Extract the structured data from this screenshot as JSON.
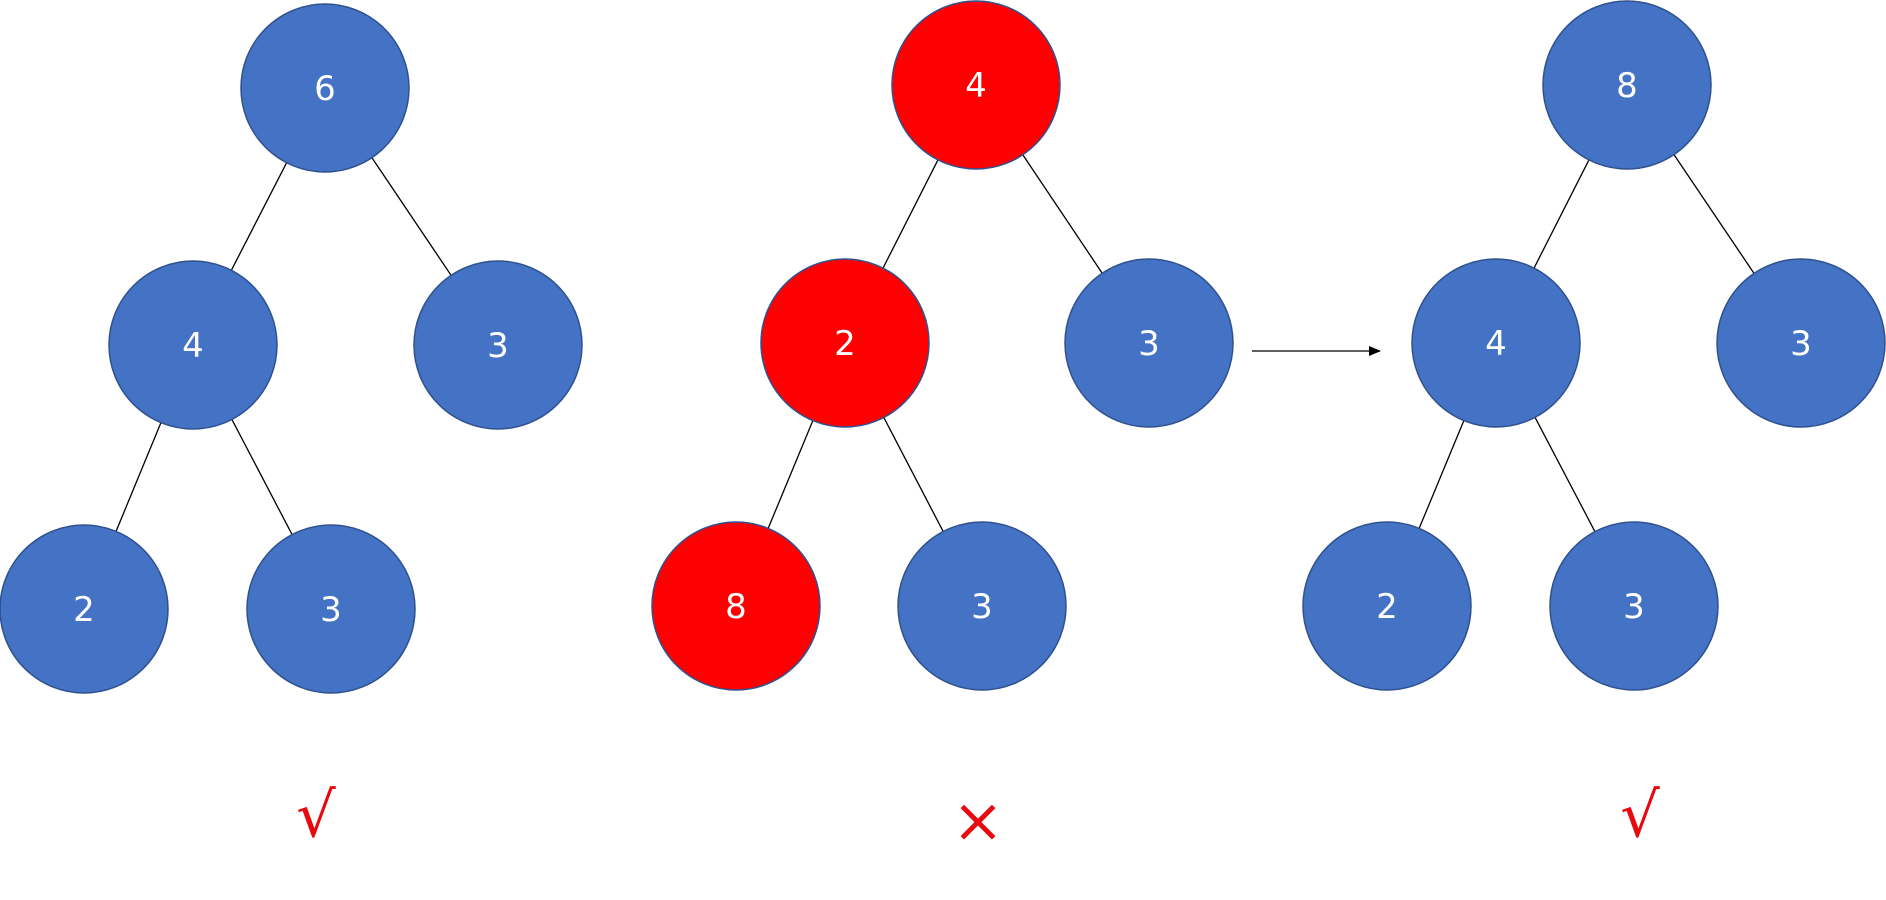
{
  "colors": {
    "ok_node": "#4472C4",
    "bad_node": "#FF0000",
    "bad_node_border": "#C55A11",
    "mark": "#E8080E"
  },
  "trees": [
    {
      "nodes": [
        {
          "id": "a",
          "label": "6",
          "status": "ok"
        },
        {
          "id": "b",
          "label": "4",
          "status": "ok"
        },
        {
          "id": "c",
          "label": "3",
          "status": "ok"
        },
        {
          "id": "d",
          "label": "2",
          "status": "ok"
        },
        {
          "id": "e",
          "label": "3",
          "status": "ok"
        }
      ],
      "edges": [
        [
          "a",
          "b"
        ],
        [
          "a",
          "c"
        ],
        [
          "b",
          "d"
        ],
        [
          "b",
          "e"
        ]
      ],
      "verdict": "√"
    },
    {
      "nodes": [
        {
          "id": "a",
          "label": "4",
          "status": "bad"
        },
        {
          "id": "b",
          "label": "2",
          "status": "bad"
        },
        {
          "id": "c",
          "label": "3",
          "status": "ok"
        },
        {
          "id": "d",
          "label": "8",
          "status": "bad"
        },
        {
          "id": "e",
          "label": "3",
          "status": "ok"
        }
      ],
      "edges": [
        [
          "a",
          "b"
        ],
        [
          "a",
          "c"
        ],
        [
          "b",
          "d"
        ],
        [
          "b",
          "e"
        ]
      ],
      "verdict": "×"
    },
    {
      "nodes": [
        {
          "id": "a",
          "label": "8",
          "status": "ok"
        },
        {
          "id": "b",
          "label": "4",
          "status": "ok"
        },
        {
          "id": "c",
          "label": "3",
          "status": "ok"
        },
        {
          "id": "d",
          "label": "2",
          "status": "ok"
        },
        {
          "id": "e",
          "label": "3",
          "status": "ok"
        }
      ],
      "edges": [
        [
          "a",
          "b"
        ],
        [
          "a",
          "c"
        ],
        [
          "b",
          "d"
        ],
        [
          "b",
          "e"
        ]
      ],
      "verdict": "√"
    }
  ],
  "arrow": {
    "from_tree": 1,
    "to_tree": 2
  }
}
